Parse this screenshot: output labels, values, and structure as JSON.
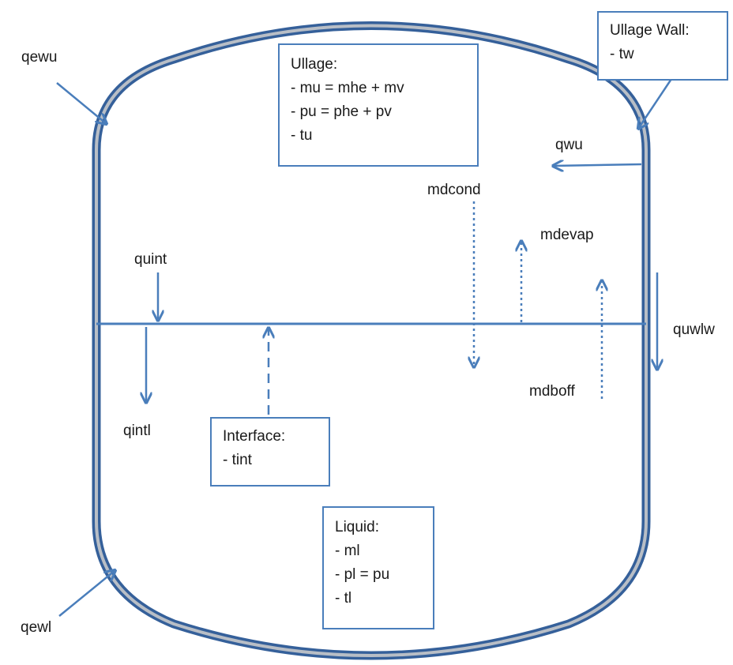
{
  "boxes": {
    "ullage": {
      "title": "Ullage:",
      "lines": [
        "- mu = mhe + mv",
        "- pu = phe + pv",
        "- tu"
      ]
    },
    "ullage_wall": {
      "title": "Ullage Wall:",
      "lines": [
        "- tw"
      ]
    },
    "interface": {
      "title": "Interface:",
      "lines": [
        "- tint"
      ]
    },
    "liquid": {
      "title": "Liquid:",
      "lines": [
        "- ml",
        "- pl = pu",
        "- tl"
      ]
    }
  },
  "labels": {
    "qewu": "qewu",
    "qewl": "qewl",
    "qwu": "qwu",
    "mdcond": "mdcond",
    "mdevap": "mdevap",
    "quint": "quint",
    "qintl": "qintl",
    "quwlw": "quwlw",
    "mdboff": "mdboff"
  },
  "colors": {
    "tank_wall": "#35609a",
    "wall_gap": "#b8bec6",
    "arrow": "#4a7ebb",
    "box_border": "#4a7ebb"
  }
}
